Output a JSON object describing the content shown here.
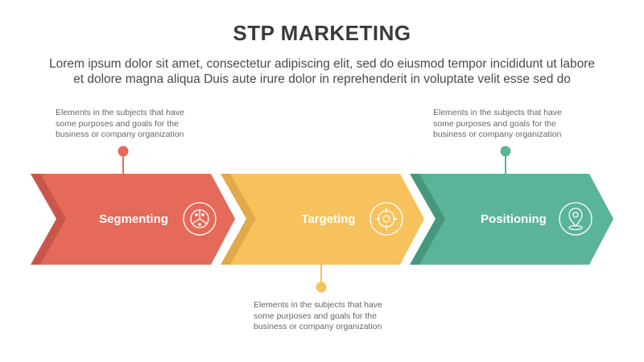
{
  "title": "STP MARKETING",
  "subtitle_lines": [
    "Lorem ipsum dolor sit amet, consectetur adipiscing elit, sed do eiusmod tempor incididunt ut labore",
    "et dolore magna aliqua Duis aute irure dolor in reprehenderit in voluptate velit esse sed do"
  ],
  "stages": [
    {
      "label": "Segmenting",
      "color": "#e56a5a",
      "shadow": "#c9564a",
      "icon": "segmentation-pie-icon"
    },
    {
      "label": "Targeting",
      "color": "#f7c25c",
      "shadow": "#e0a94a",
      "icon": "target-crosshair-icon"
    },
    {
      "label": "Positioning",
      "color": "#5ab49a",
      "shadow": "#47977f",
      "icon": "location-pin-icon"
    }
  ],
  "notes": {
    "segmenting": [
      "Elements in the subjects that have",
      "some purposes and goals for the",
      "business or company organization"
    ],
    "targeting": [
      "Elements in the subjects that have",
      "some purposes and goals for the",
      "business or company organization"
    ],
    "positioning": [
      "Elements in the subjects that have",
      "some purposes and goals for the",
      "business or company organization"
    ]
  }
}
